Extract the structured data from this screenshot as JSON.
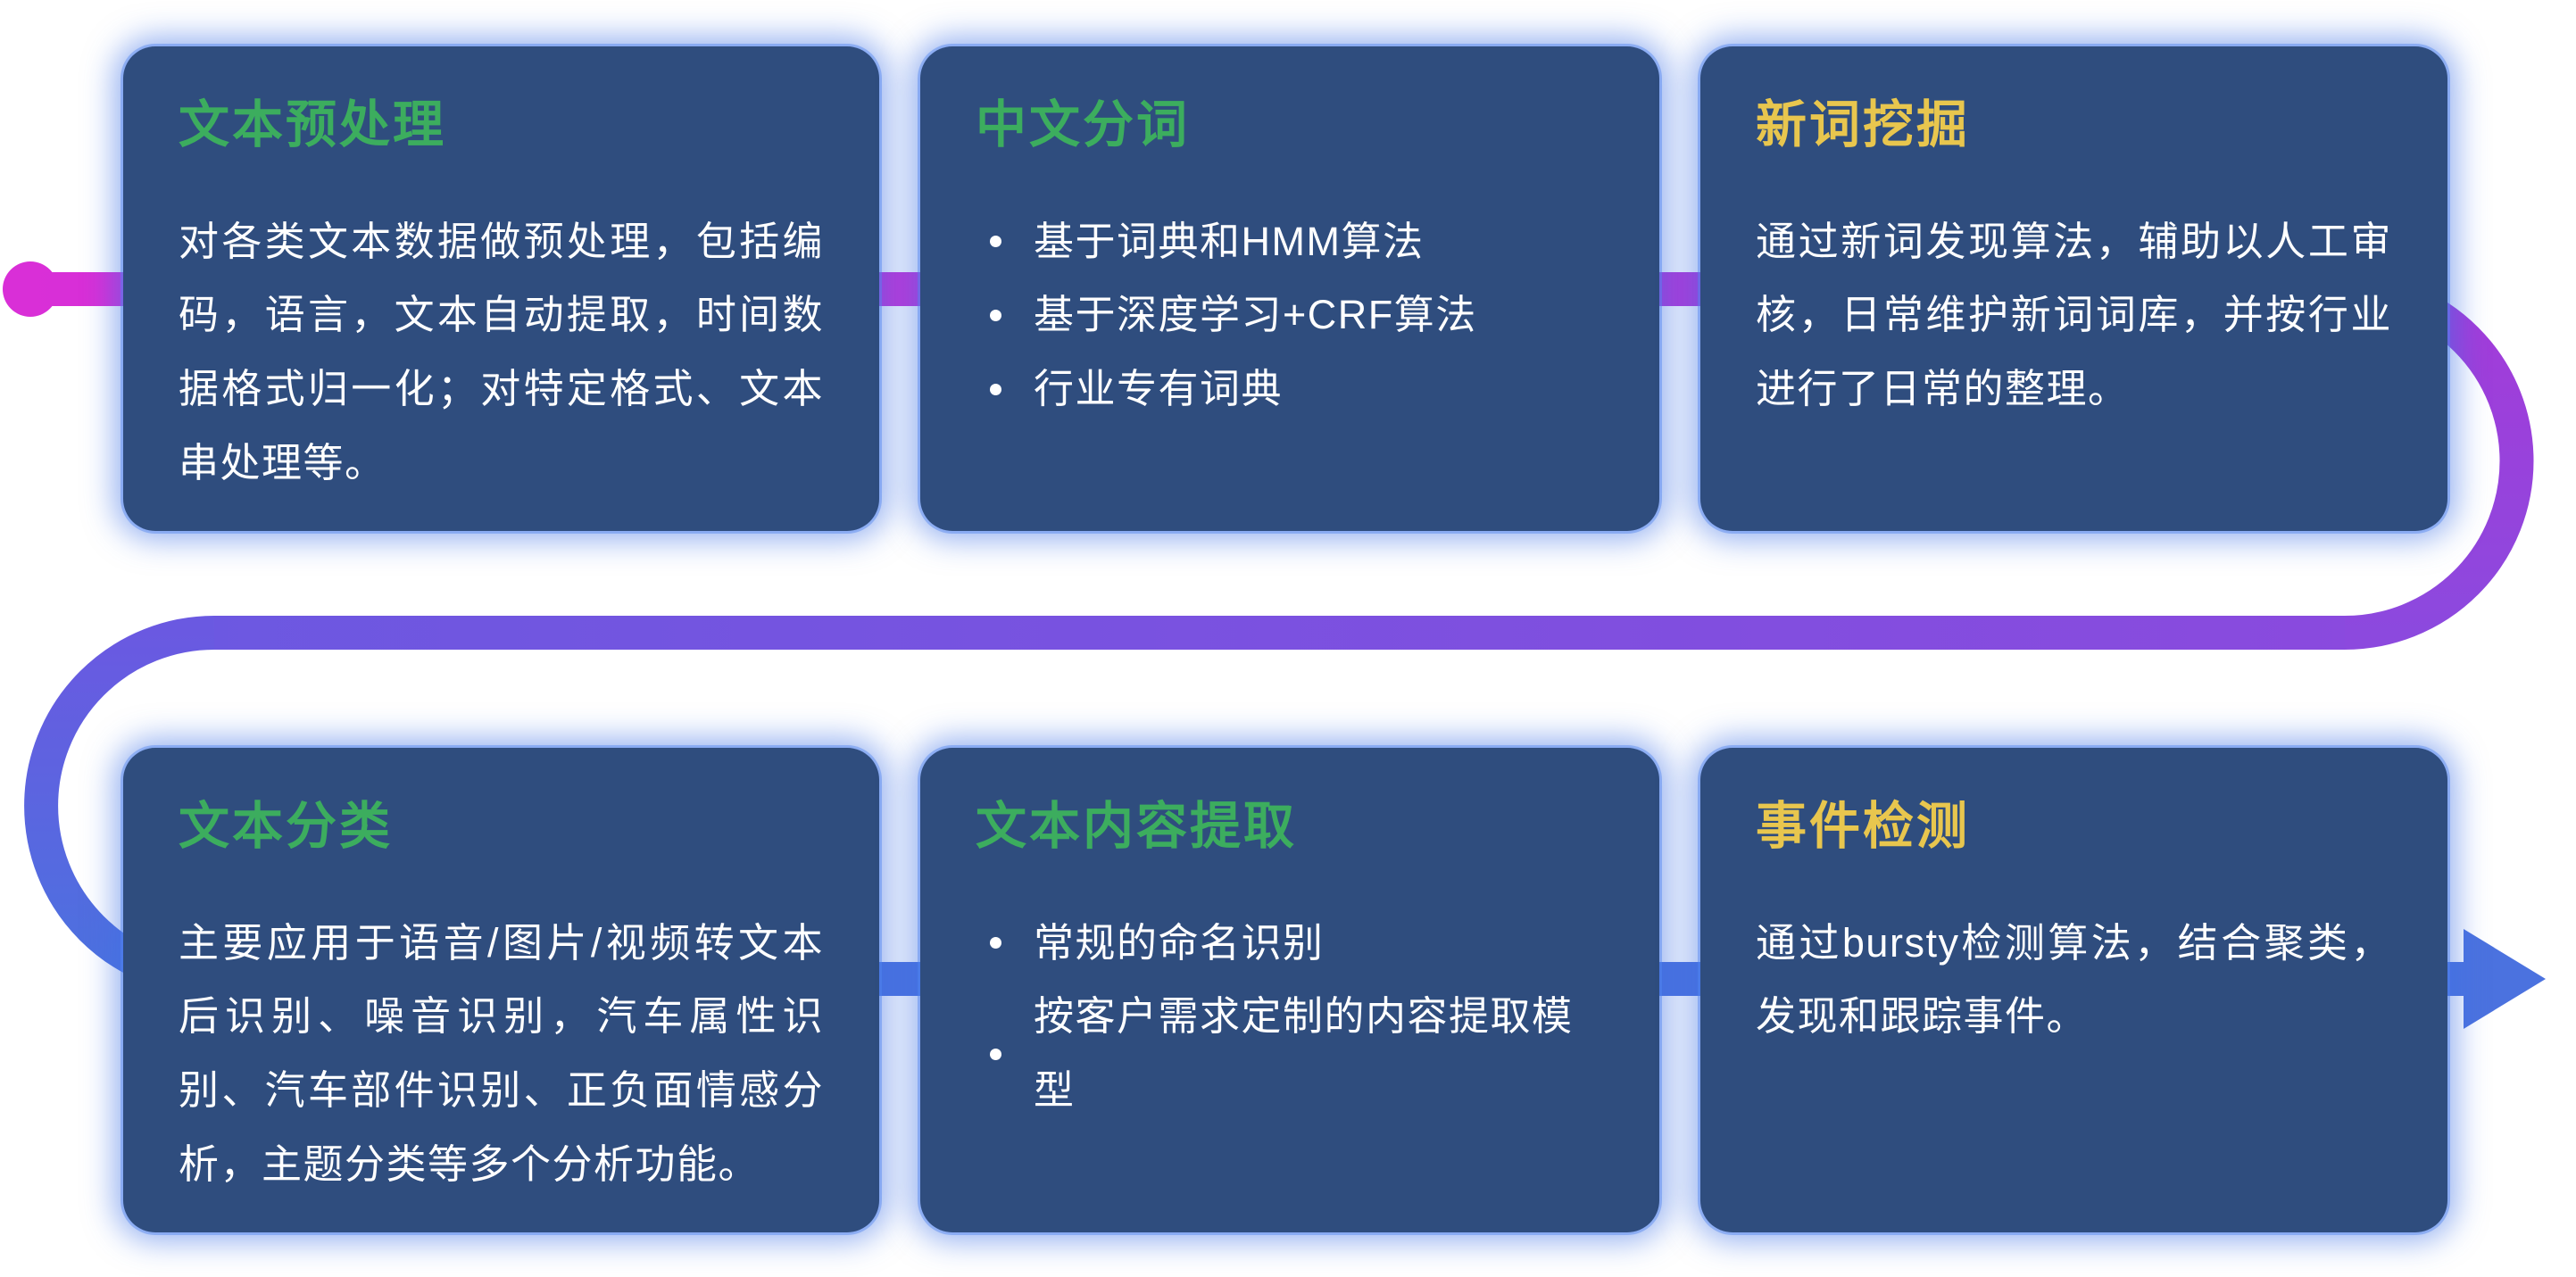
{
  "colors": {
    "background": "#ffffff",
    "card_fill": "#2F4D7E",
    "card_glow": "#3E71E6",
    "title_green": "#3CAD5E",
    "title_yellow": "#E8C64E",
    "body_text": "#FFFFFF",
    "path_magenta": "#D92FD7",
    "path_magenta_purple": "#A43BD9",
    "path_purple": "#8C49DE",
    "path_violet": "#6A59E1",
    "path_blue": "#4B72DF"
  },
  "flow": {
    "start_marker": "dot",
    "end_marker": "arrow-right"
  },
  "cards": [
    {
      "slug": "text-preprocessing",
      "title": "文本预处理",
      "accent": "green",
      "body": "对各类文本数据做预处理，包括编码，语言，文本自动提取，时间数据格式归一化；对特定格式、文本串处理等。",
      "bullets": []
    },
    {
      "slug": "chinese-word-segmentation",
      "title": "中文分词",
      "accent": "green",
      "body": "",
      "bullets": [
        "基于词典和HMM算法",
        "基于深度学习+CRF算法",
        "行业专有词典"
      ]
    },
    {
      "slug": "new-word-mining",
      "title": "新词挖掘",
      "accent": "yellow",
      "body": "通过新词发现算法，辅助以人工审核，日常维护新词词库，并按行业进行了日常的整理。",
      "bullets": []
    },
    {
      "slug": "text-classification",
      "title": "文本分类",
      "accent": "green",
      "body": "主要应用于语音/图片/视频转文本后识别、噪音识别，汽车属性识别、汽车部件识别、正负面情感分析，主题分类等多个分析功能。",
      "bullets": []
    },
    {
      "slug": "text-content-extraction",
      "title": "文本内容提取",
      "accent": "green",
      "body": "",
      "bullets": [
        "常规的命名识别",
        "按客户需求定制的内容提取模型"
      ]
    },
    {
      "slug": "event-detection",
      "title": "事件检测",
      "accent": "yellow",
      "body": "通过bursty检测算法，结合聚类，发现和跟踪事件。",
      "bullets": []
    }
  ]
}
